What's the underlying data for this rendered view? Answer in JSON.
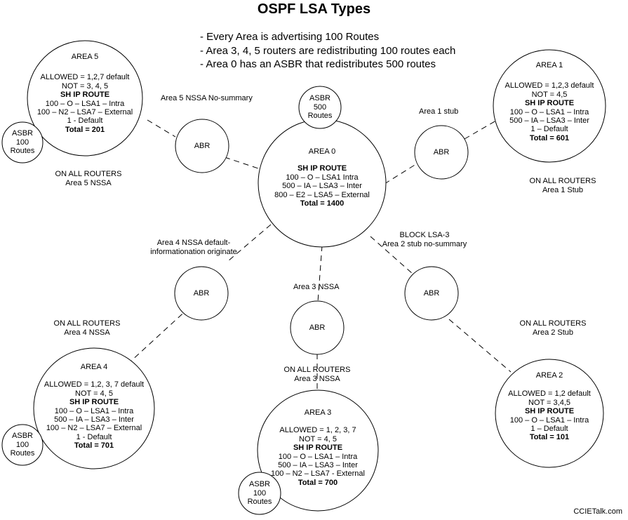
{
  "title": "OSPF LSA Types",
  "bullets": [
    "- Every Area is advertising 100 Routes",
    "- Area 3, 4, 5 routers are redistributing 100 routes each",
    "- Area 0 has an ASBR that redistributes 500 routes"
  ],
  "area0": {
    "name": "AREA 0",
    "header": "SH IP ROUTE",
    "lines": [
      "100 – O – LSA1 Intra",
      "500 – IA – LSA3 – Inter",
      "800 – E2 – LSA5 – External"
    ],
    "total": "Total = 1400"
  },
  "asbr_area0": [
    "ASBR",
    "500",
    "Routes"
  ],
  "area5": {
    "name": "AREA 5",
    "allowed": "ALLOWED = 1,2,7 default",
    "not": "NOT = 3, 4, 5",
    "header": "SH IP ROUTE",
    "lines": [
      "100 – O – LSA1 – Intra",
      "100 – N2 – LSA7 – External",
      "1 - Default"
    ],
    "total": "Total = 201"
  },
  "area1": {
    "name": "AREA 1",
    "allowed": "ALLOWED = 1,2,3 default",
    "not": "NOT = 4,5",
    "header": "SH IP ROUTE",
    "lines": [
      "100 – O – LSA1 – Intra",
      "500 – IA – LSA3 – Inter",
      "1 – Default"
    ],
    "total": "Total = 601"
  },
  "area4": {
    "name": "AREA 4",
    "allowed": "ALLOWED = 1,2, 3, 7 default",
    "not": "NOT = 4, 5",
    "header": "SH IP ROUTE",
    "lines": [
      "100 – O – LSA1 – Intra",
      "500 – IA – LSA3 – Inter",
      "100 – N2 – LSA7 – External",
      "1 - Default"
    ],
    "total": "Total = 701"
  },
  "area3": {
    "name": "AREA 3",
    "allowed": "ALLOWED = 1, 2, 3, 7",
    "not": "NOT = 4, 5",
    "header": "SH IP ROUTE",
    "lines": [
      "100 – O – LSA1 – Intra",
      "500 – IA – LSA3 – Inter",
      "100 – N2 – LSA7 - External"
    ],
    "total": "Total = 700"
  },
  "area2": {
    "name": "AREA 2",
    "allowed": "ALLOWED = 1,2 default",
    "not": "NOT = 3,4,5",
    "header": "SH IP ROUTE",
    "lines": [
      "100 – O – LSA1 – Intra",
      "1 – Default"
    ],
    "total": "Total = 101"
  },
  "asbr_small": [
    "ASBR",
    "100",
    "Routes"
  ],
  "abr": "ABR",
  "labels": {
    "area5_nssa": "Area 5 NSSA No-summary",
    "area5_all_1": "ON ALL ROUTERS",
    "area5_all_2": "Area 5 NSSA",
    "area1_stub": "Area 1 stub",
    "area1_all_1": "ON ALL ROUTERS",
    "area1_all_2": "Area 1 Stub",
    "area4_nssa_1": "Area 4 NSSA default-",
    "area4_nssa_2": "informationation originate",
    "area4_all_1": "ON ALL ROUTERS",
    "area4_all_2": "Area 4 NSSA",
    "area3_nssa": "Area 3 NSSA",
    "area3_all_1": "ON ALL ROUTERS",
    "area3_all_2": "Area 3 NSSA",
    "area2_block_1": "BLOCK LSA-3",
    "area2_block_2": "Area 2 stub no-summary",
    "area2_all_1": "ON ALL ROUTERS",
    "area2_all_2": "Area 2 Stub"
  },
  "credit": "CCIETalk.com"
}
